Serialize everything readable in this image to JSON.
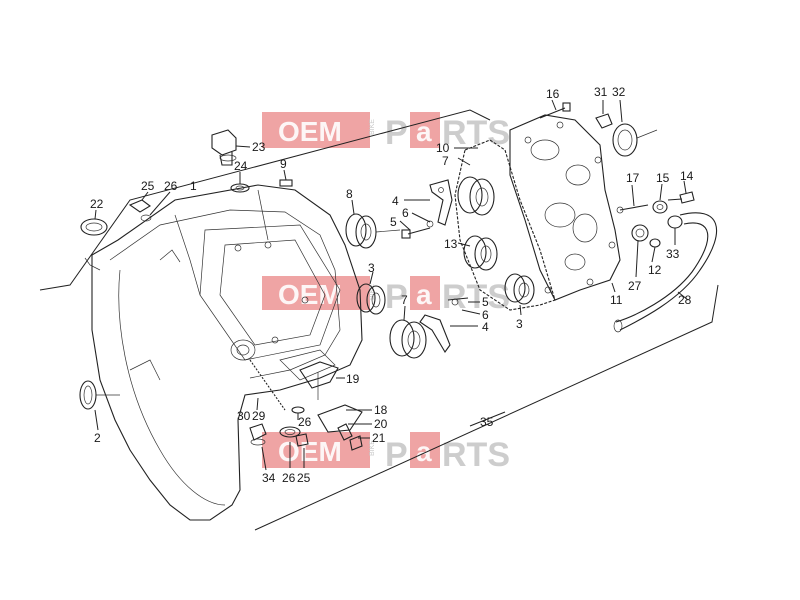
{
  "watermark": {
    "oem": "OEM",
    "bike": "BIKE",
    "parts_a": "P",
    "parts_b": "a",
    "parts_c": "RTS"
  },
  "labels": {
    "l1": "1",
    "l2": "2",
    "l3a": "3",
    "l3b": "3",
    "l4a": "4",
    "l4b": "4",
    "l5a": "5",
    "l5b": "5",
    "l6a": "6",
    "l6b": "6",
    "l7a": "7",
    "l7b": "7",
    "l8": "8",
    "l9": "9",
    "l10": "10",
    "l11": "11",
    "l12": "12",
    "l13": "13",
    "l14": "14",
    "l15": "15",
    "l16": "16",
    "l17": "17",
    "l18": "18",
    "l19": "19",
    "l20": "20",
    "l21": "21",
    "l22": "22",
    "l23": "23",
    "l24": "24",
    "l25a": "25",
    "l25b": "25",
    "l26a": "26",
    "l26b": "26",
    "l26c": "26",
    "l27": "27",
    "l28": "28",
    "l29": "29",
    "l30": "30",
    "l31": "31",
    "l32": "32",
    "l33": "33",
    "l34": "34",
    "l35": "35"
  }
}
